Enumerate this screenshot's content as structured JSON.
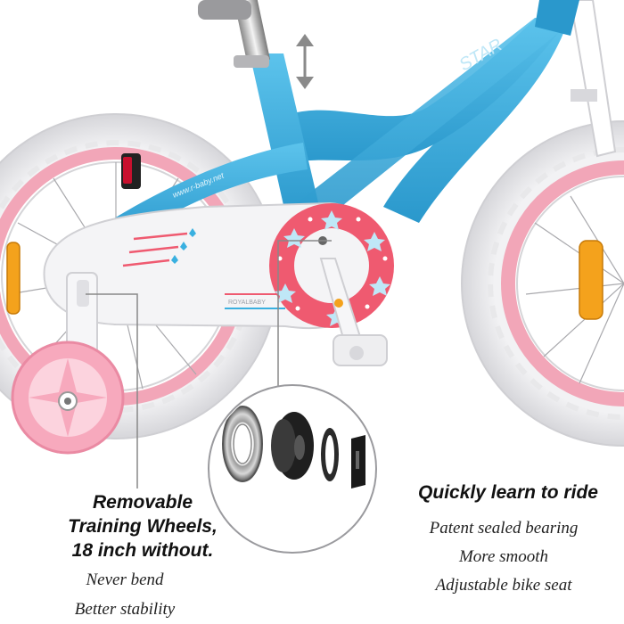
{
  "left_feature": {
    "title_lines": [
      "Removable",
      "Training Wheels,",
      "18 inch without."
    ],
    "bullets": [
      "Never bend",
      "Better stability"
    ]
  },
  "right_feature": {
    "title": "Quickly learn to ride",
    "bullets": [
      "Patent sealed bearing",
      "More smooth",
      "Adjustable bike seat"
    ]
  },
  "bike_text": {
    "frame_model": "STAR",
    "frame_url": "www.r-baby.net",
    "chainguard_brand": "ROYALBABY"
  },
  "colors": {
    "frame": "#33a9dc",
    "tire": "#e4e4e6",
    "rim_pink": "#f2a6b8",
    "chainguard": "#f4f4f6",
    "gear_red": "#ef5a70",
    "star_blue": "#39b0e0",
    "reflector": "#f4a21c"
  },
  "icons": [
    "up-down-arrow-icon",
    "bearing-parts-icon"
  ]
}
